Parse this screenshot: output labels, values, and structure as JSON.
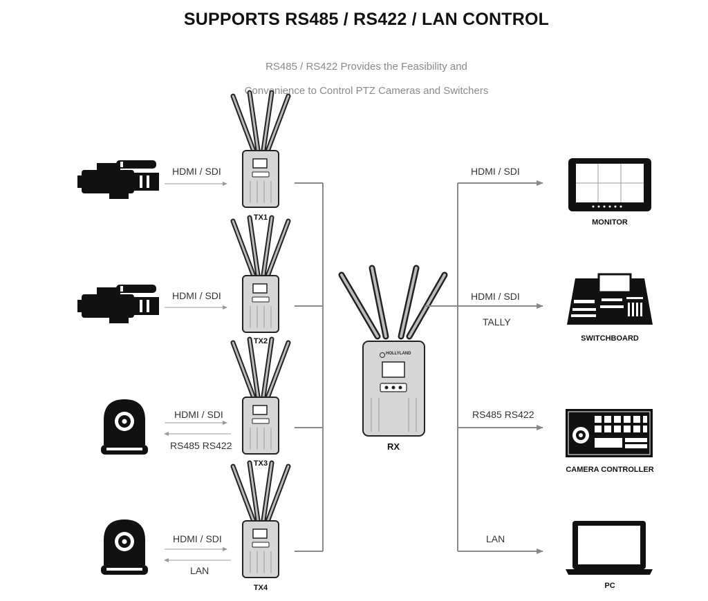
{
  "title": "SUPPORTS RS485 / RS422 / LAN CONTROL",
  "subtitle_line1": "RS485 / RS422 Provides the Feasibility and",
  "subtitle_line2": "Convenience to Control PTZ Cameras and Switchers",
  "transmitters": [
    {
      "name": "TX1",
      "source": "camcorder",
      "input_label": "HDMI / SDI",
      "return_label": ""
    },
    {
      "name": "TX2",
      "source": "camcorder",
      "input_label": "HDMI / SDI",
      "return_label": ""
    },
    {
      "name": "TX3",
      "source": "ptz-camera",
      "input_label": "HDMI / SDI",
      "return_label": "RS485 RS422"
    },
    {
      "name": "TX4",
      "source": "ptz-camera",
      "input_label": "HDMI / SDI",
      "return_label": "LAN"
    }
  ],
  "receiver": {
    "name": "RX",
    "brand": "HOLLYLAND"
  },
  "outputs": [
    {
      "name": "MONITOR",
      "label": "HDMI / SDI",
      "label2": ""
    },
    {
      "name": "SWITCHBOARD",
      "label": "HDMI / SDI",
      "label2": "TALLY"
    },
    {
      "name": "CAMERA CONTROLLER",
      "label": "RS485 RS422",
      "label2": ""
    },
    {
      "name": "PC",
      "label": "LAN",
      "label2": ""
    }
  ]
}
